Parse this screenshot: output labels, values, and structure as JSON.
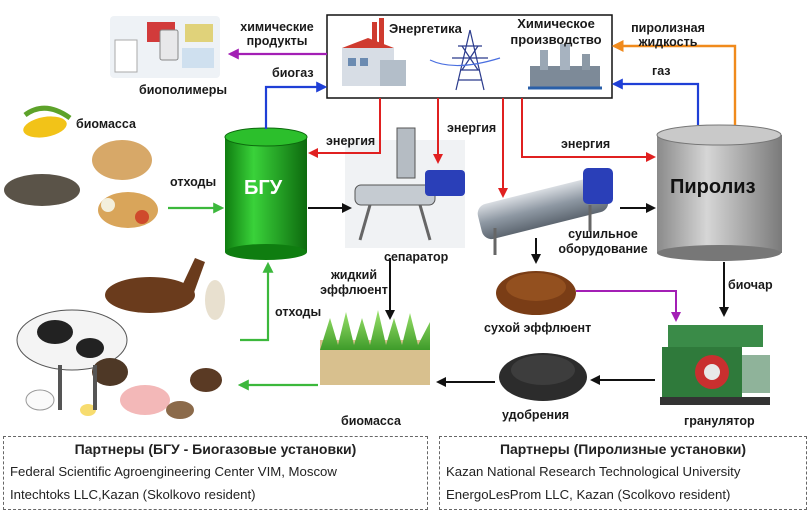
{
  "diagram": {
    "center_box": {
      "energy_label": "Энергетика",
      "chem_label_1": "Химическое",
      "chem_label_2": "производство"
    },
    "nodes": {
      "bgu": "БГУ",
      "pyrolysis": "Пиролиз",
      "biopolymers": "биополимеры",
      "biomass_top": "биомасса",
      "separator": "сепаратор",
      "drying_1": "сушильное",
      "drying_2": "оборудование",
      "dry_effluent": "сухой эффлюент",
      "fertilizers": "удобрения",
      "granulator": "гранулятор",
      "biomass_bottom": "биомасса"
    },
    "edges": {
      "chem_products_1": "химические",
      "chem_products_2": "продукты",
      "biogas": "биогаз",
      "pyro_liquid_1": "пиролизная",
      "pyro_liquid_2": "жидкость",
      "gas": "газ",
      "waste_top": "отходы",
      "energy_left": "энергия",
      "energy_mid": "энергия",
      "energy_right": "энергия",
      "liquid_effluent_1": "жидкий",
      "liquid_effluent_2": "эффлюент",
      "waste_bottom": "отходы",
      "biochar": "биочар"
    },
    "colors": {
      "bgu": "#1fa51f",
      "pyrolysis": "#a8a8a8",
      "blue_arrow": "#1f3fd6",
      "red_arrow": "#e02020",
      "orange_arrow": "#f08a1c",
      "purple_arrow": "#a31fb5",
      "green_arrow": "#3cb83c",
      "black_arrow": "#111111"
    }
  },
  "partners_left": {
    "title": "Партнеры (БГУ - Биогазовые установки)",
    "items": [
      "Federal Scientific Agroengineering Center VIM, Moscow",
      "Intechtoks LLC,Kazan (Skolkovo resident)"
    ]
  },
  "partners_right": {
    "title": "Партнеры (Пиролизные установки)",
    "items": [
      "Kazan National Research Technological University",
      "EnergoLesProm LLC, Kazan (Scolkovo resident)"
    ]
  }
}
